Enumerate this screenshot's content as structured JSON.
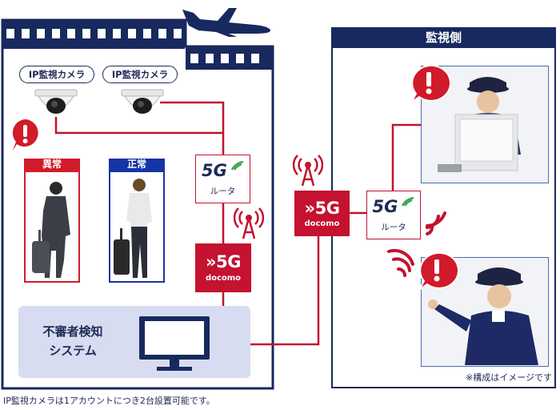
{
  "header": {
    "monitor_title": "監視側"
  },
  "cameras": [
    {
      "label": "IP監視カメラ"
    },
    {
      "label": "IP監視カメラ"
    }
  ],
  "persons": {
    "abnormal_label": "異常",
    "normal_label": "正常"
  },
  "router": {
    "left": {
      "brand": "5G",
      "label": "ルータ"
    },
    "right": {
      "brand": "5G",
      "label": "ルータ"
    }
  },
  "docomo": {
    "left": {
      "mark": "»5G",
      "name": "docomo"
    },
    "center": {
      "mark": "»5G",
      "name": "docomo"
    }
  },
  "system": {
    "line1": "不審者検知",
    "line2": "システム"
  },
  "notes": {
    "image_note": "※構成はイメージです",
    "footer": "IP監視カメラは1アカウントにつき2台設置可能です。"
  },
  "colors": {
    "navy": "#17295e",
    "red": "#c41230",
    "alert_red": "#d11a2a",
    "blue": "#1535a6",
    "system_bg": "#d7dcf0",
    "airplane": "#17295e"
  },
  "icons": [
    "airplane-icon",
    "dome-camera-icon",
    "alert-icon",
    "signal-tower-icon",
    "wifi-signal-icon",
    "monitor-icon"
  ]
}
